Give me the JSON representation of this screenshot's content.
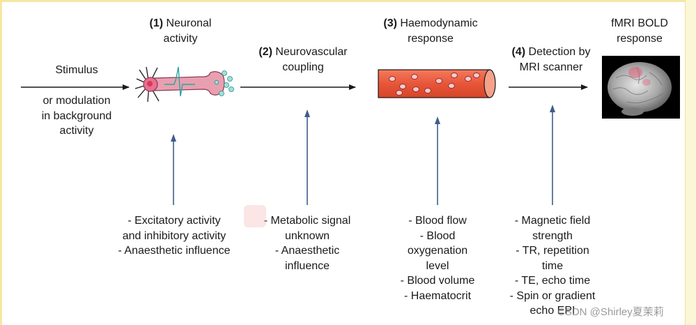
{
  "stages": {
    "s1": {
      "number": "(1)",
      "title": "Neuronal",
      "title2": "activity"
    },
    "s2": {
      "number": "(2)",
      "title": "Neurovascular",
      "title2": "coupling"
    },
    "s3": {
      "number": "(3)",
      "title": "Haemodynamic",
      "title2": "response"
    },
    "s4": {
      "number": "(4)",
      "title": "Detection by",
      "title2": "MRI scanner"
    },
    "s5": {
      "title": "fMRI BOLD",
      "title2": "response"
    }
  },
  "stimulus": {
    "label": "Stimulus",
    "alt1": "or modulation",
    "alt2": "in background",
    "alt3": "activity"
  },
  "factors": {
    "f1": [
      "- Excitatory activity",
      "and inhibitory activity",
      "- Anaesthetic influence"
    ],
    "f2": [
      "- Metabolic signal",
      "unknown",
      "- Anaesthetic",
      "influence"
    ],
    "f3": [
      "- Blood flow",
      "- Blood",
      "oxygenation",
      "level",
      "- Blood volume",
      "- Haematocrit"
    ],
    "f4": [
      "- Magnetic field",
      "strength",
      "- TR, repetition",
      "time",
      "- TE, echo time",
      "- Spin or gradient",
      "echo EPI"
    ]
  },
  "watermark": "CSDN @Shirley夏茉莉",
  "colors": {
    "arrow_dark": "#1a1a1a",
    "arrow_blue": "#3f5d8a",
    "vessel": "#e8563a",
    "neuron": "#e8a0b0",
    "frame": "#f3e7a3"
  }
}
